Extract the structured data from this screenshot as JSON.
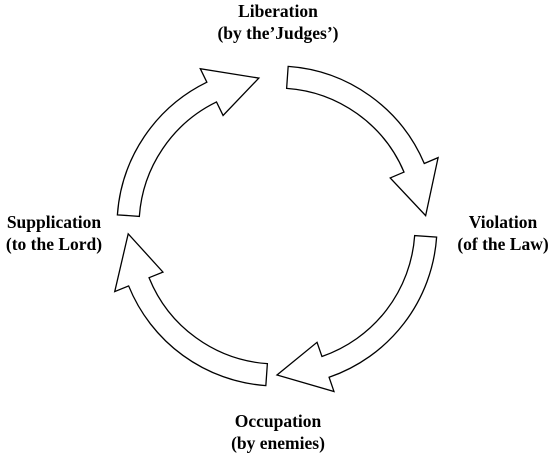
{
  "diagram": {
    "stages": [
      {
        "id": "liberation",
        "title": "Liberation",
        "subtitle": "(by the’Judges’)"
      },
      {
        "id": "violation",
        "title": "Violation",
        "subtitle": "(of the Law)"
      },
      {
        "id": "occupation",
        "title": "Occupation",
        "subtitle": "(by enemies)"
      },
      {
        "id": "supplication",
        "title": "Supplication",
        "subtitle": "(to the Lord)"
      }
    ],
    "direction": "clockwise",
    "colors": {
      "stroke": "#000000",
      "fill": "#ffffff",
      "text": "#000000"
    }
  }
}
